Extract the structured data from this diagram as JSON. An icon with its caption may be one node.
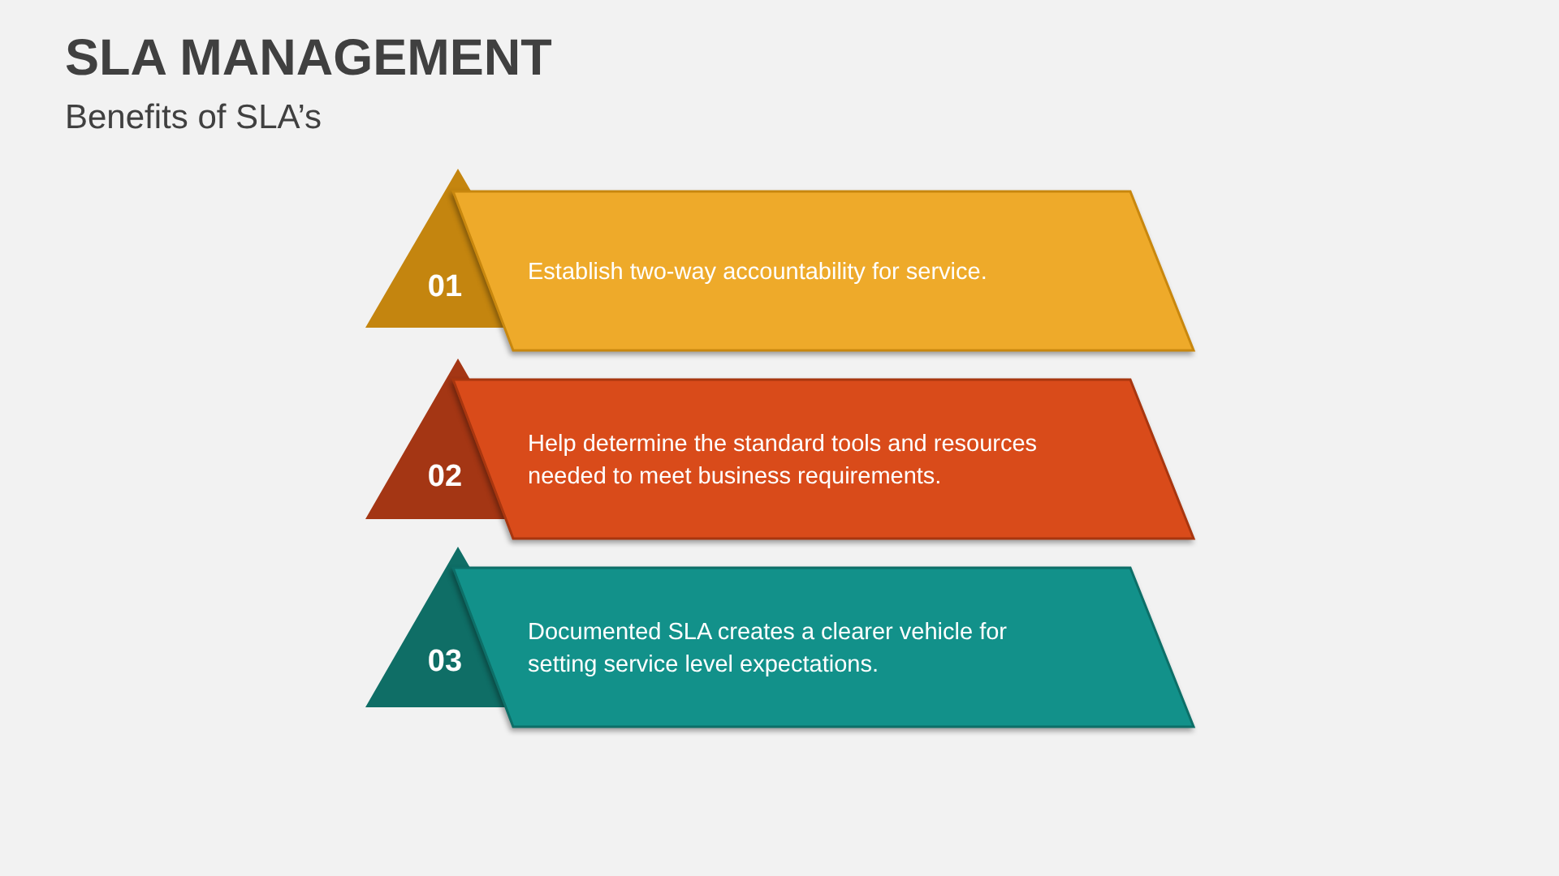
{
  "diagram": {
    "title": "SLA MANAGEMENT",
    "nodes": [
      {
        "text": [
          "01"
        ]
      },
      {
        "text": [
          "Establish two-way accountability for service."
        ]
      },
      {
        "text": [
          "02"
        ]
      },
      {
        "text": [
          "Help determine the standard tools and resources needed to meet business requirements."
        ]
      },
      {
        "text": [
          "03"
        ]
      },
      {
        "text": [
          "Documented SLA creates a clearer vehicle for setting service level expectations."
        ]
      }
    ],
    "labels": [
      "Benefits of SLA’s"
    ]
  }
}
